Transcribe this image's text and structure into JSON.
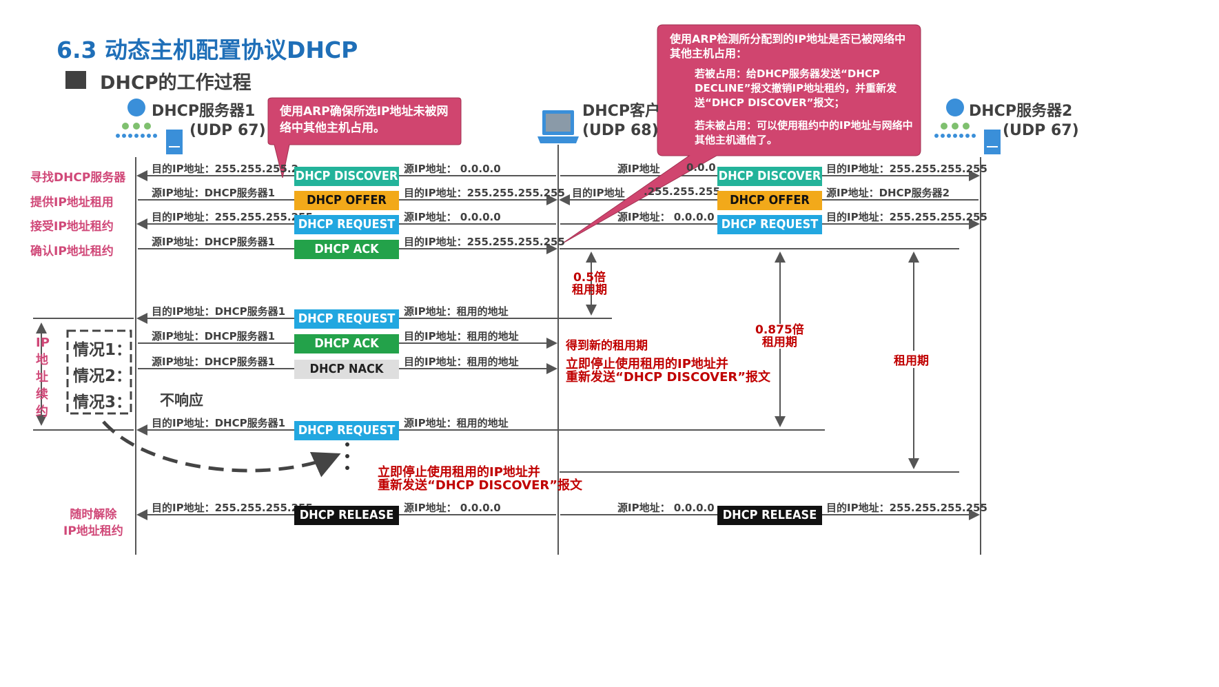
{
  "title": "6.3 动态主机配置协议DHCP",
  "subtitle": "DHCP的工作过程",
  "entities": {
    "server1": {
      "name": "DHCP服务器1",
      "port": "(UDP 67)"
    },
    "client": {
      "name": "DHCP客户",
      "port": "(UDP 68)"
    },
    "server2": {
      "name": "DHCP服务器2",
      "port": "(UDP 67)"
    }
  },
  "phases": [
    "寻找DHCP服务器",
    "提供IP地址租用",
    "接受IP地址租约",
    "确认IP地址租约"
  ],
  "messages": {
    "discover": "DHCP DISCOVER",
    "offer": "DHCP OFFER",
    "request": "DHCP REQUEST",
    "ack": "DHCP ACK",
    "nack": "DHCP NACK",
    "release": "DHCP RELEASE"
  },
  "left_addr": {
    "r1": "目的IP地址：255.255.255.2",
    "r2": "源IP地址：DHCP服务器1",
    "r3": "目的IP地址：255.255.255.255",
    "r4": "源IP地址：DHCP服务器1",
    "r5": "目的IP地址：DHCP服务器1",
    "r6": "源IP地址：DHCP服务器1",
    "r7": "源IP地址：DHCP服务器1",
    "r8": "目的IP地址：DHCP服务器1",
    "r9": "目的IP地址：255.255.255.255"
  },
  "mid_addr": {
    "r1": "源IP地址：    0.0.0.0",
    "r2": "目的IP地址：255.255.255.255",
    "r3": "源IP地址：    0.0.0.0",
    "r4": "目的IP地址：255.255.255.255",
    "r5": "源IP地址：租用的地址",
    "r6": "目的IP地址：租用的地址",
    "r7": "目的IP地址：租用的地址",
    "r8": "源IP地址：租用的地址",
    "r9": "源IP地址：    0.0.0.0"
  },
  "right_addr": {
    "r1a": "源IP地址",
    "r1b": "0.0.0",
    "r2a": "目的IP地址",
    "r2b": ".255.255.255",
    "r3": "源IP地址：    0.0.0.0",
    "r9": "源IP地址：    0.0.0.0"
  },
  "server2_addr": {
    "r1": "目的IP地址：255.255.255.255",
    "r2": "源IP地址：DHCP服务器2",
    "r3": "目的IP地址：255.255.255.255",
    "r9": "目的IP地址：255.255.255.255"
  },
  "callout1": "使用ARP确保所选IP地址未被网络中其他主机占用。",
  "callout2": {
    "head": "使用ARP检测所分配到的IP地址是否已被网络中其他主机占用：",
    "p1": "若被占用：给DHCP服务器发送“DHCP DECLINE”报文撤销IP地址租约，并重新发送“DHCP DISCOVER”报文；",
    "p2": "若未被占用：可以使用租约中的IP地址与网络中其他主机通信了。"
  },
  "renew": {
    "side_label": [
      "IP",
      "地",
      "址",
      "续",
      "约"
    ],
    "case1": "情况1：",
    "case2": "情况2：",
    "case3": "情况3：",
    "no_response": "不响应",
    "got_new": "得到新的租用期",
    "stop1_l1": "立即停止使用租用的IP地址并",
    "stop1_l2": "重新发送“DHCP DISCOVER”报文",
    "stop2_l1": "立即停止使用租用的IP地址并",
    "stop2_l2": "重新发送“DHCP DISCOVER”报文"
  },
  "timers": {
    "half_l1": "0.5倍",
    "half_l2": "租用期",
    "t875_l1": "0.875倍",
    "t875_l2": "租用期",
    "lease": "租用期"
  },
  "release_label": [
    "随时解除",
    "IP地址租约"
  ],
  "colors": {
    "title": "#1f6fb8",
    "callout": "#d0456f",
    "phase_label": "#d04878",
    "annotation": "#c00000"
  }
}
